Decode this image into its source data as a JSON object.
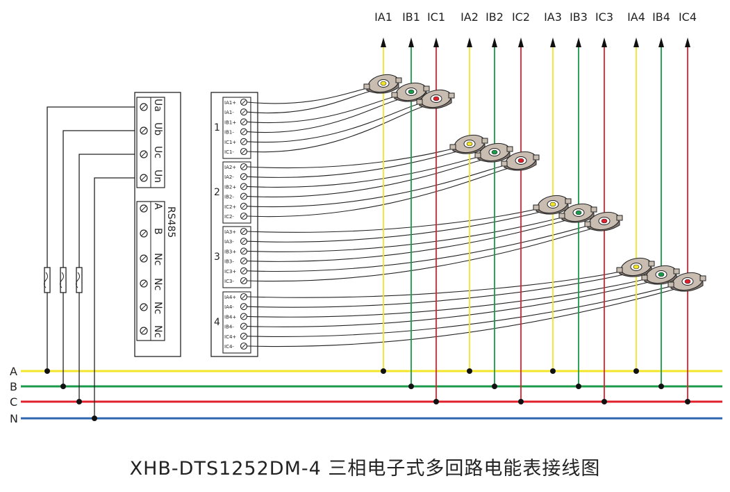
{
  "caption": "XHB-DTS1252DM-4 三相电子式多回路电能表接线图",
  "phases": [
    {
      "label": "A",
      "color": "#f2e52a"
    },
    {
      "label": "B",
      "color": "#1a9a4a"
    },
    {
      "label": "C",
      "color": "#e0202a"
    },
    {
      "label": "N",
      "color": "#2f66b0"
    }
  ],
  "voltage_terminals": [
    "Ua",
    "Ub",
    "Uc",
    "Un"
  ],
  "comm_block": {
    "title": "RS485",
    "terminals": [
      "A",
      "B",
      "Nc",
      "Nc",
      "Nc",
      "Nc"
    ]
  },
  "circuits": [
    {
      "number": "1",
      "terminals": [
        "IA1+",
        "IA1-",
        "IB1+",
        "IB1-",
        "IC1+",
        "IC1-"
      ]
    },
    {
      "number": "2",
      "terminals": [
        "IA2+",
        "IA2-",
        "IB2+",
        "IB2-",
        "IC2+",
        "IC2-"
      ]
    },
    {
      "number": "3",
      "terminals": [
        "IA3+",
        "IA3-",
        "IB3+",
        "IB3-",
        "IC3+",
        "IC3-"
      ]
    },
    {
      "number": "4",
      "terminals": [
        "IA4+",
        "IA4-",
        "IB4+",
        "IB4-",
        "IC4+",
        "IC4-"
      ]
    }
  ],
  "load_lines": [
    "IA1",
    "IB1",
    "IC1",
    "IA2",
    "IB2",
    "IC2",
    "IA3",
    "IB3",
    "IC3",
    "IA4",
    "IB4",
    "IC4"
  ]
}
